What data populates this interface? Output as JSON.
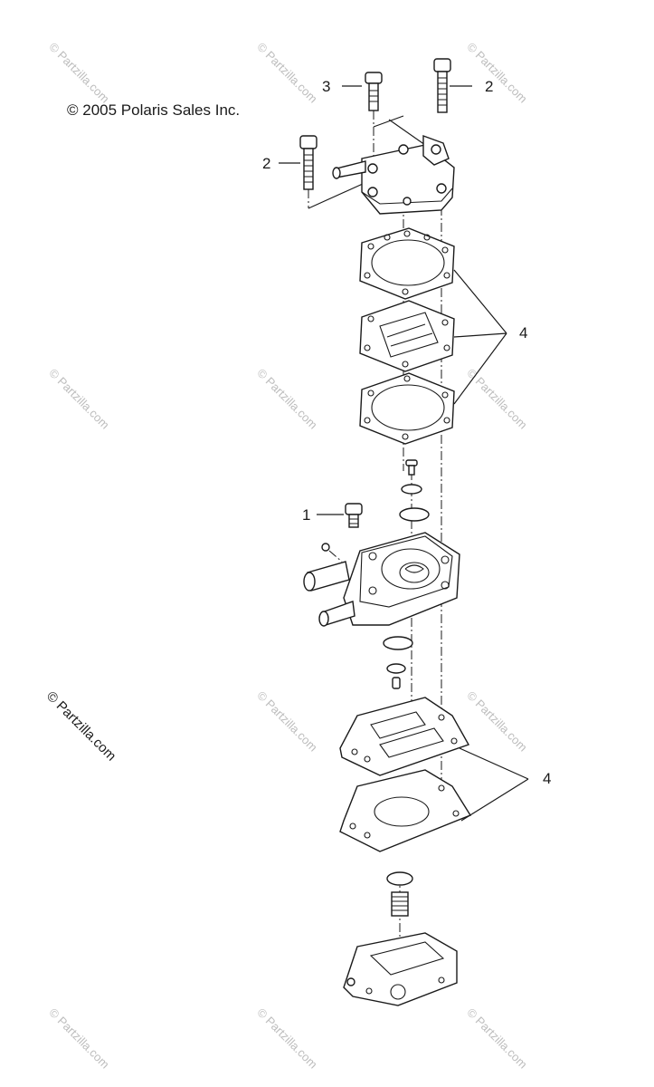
{
  "copyright": "© 2005 Polaris Sales Inc.",
  "watermark": "© Partzilla.com",
  "callouts": {
    "c1": "1",
    "c2a": "2",
    "c2b": "2",
    "c3": "3",
    "c4a": "4",
    "c4b": "4"
  }
}
